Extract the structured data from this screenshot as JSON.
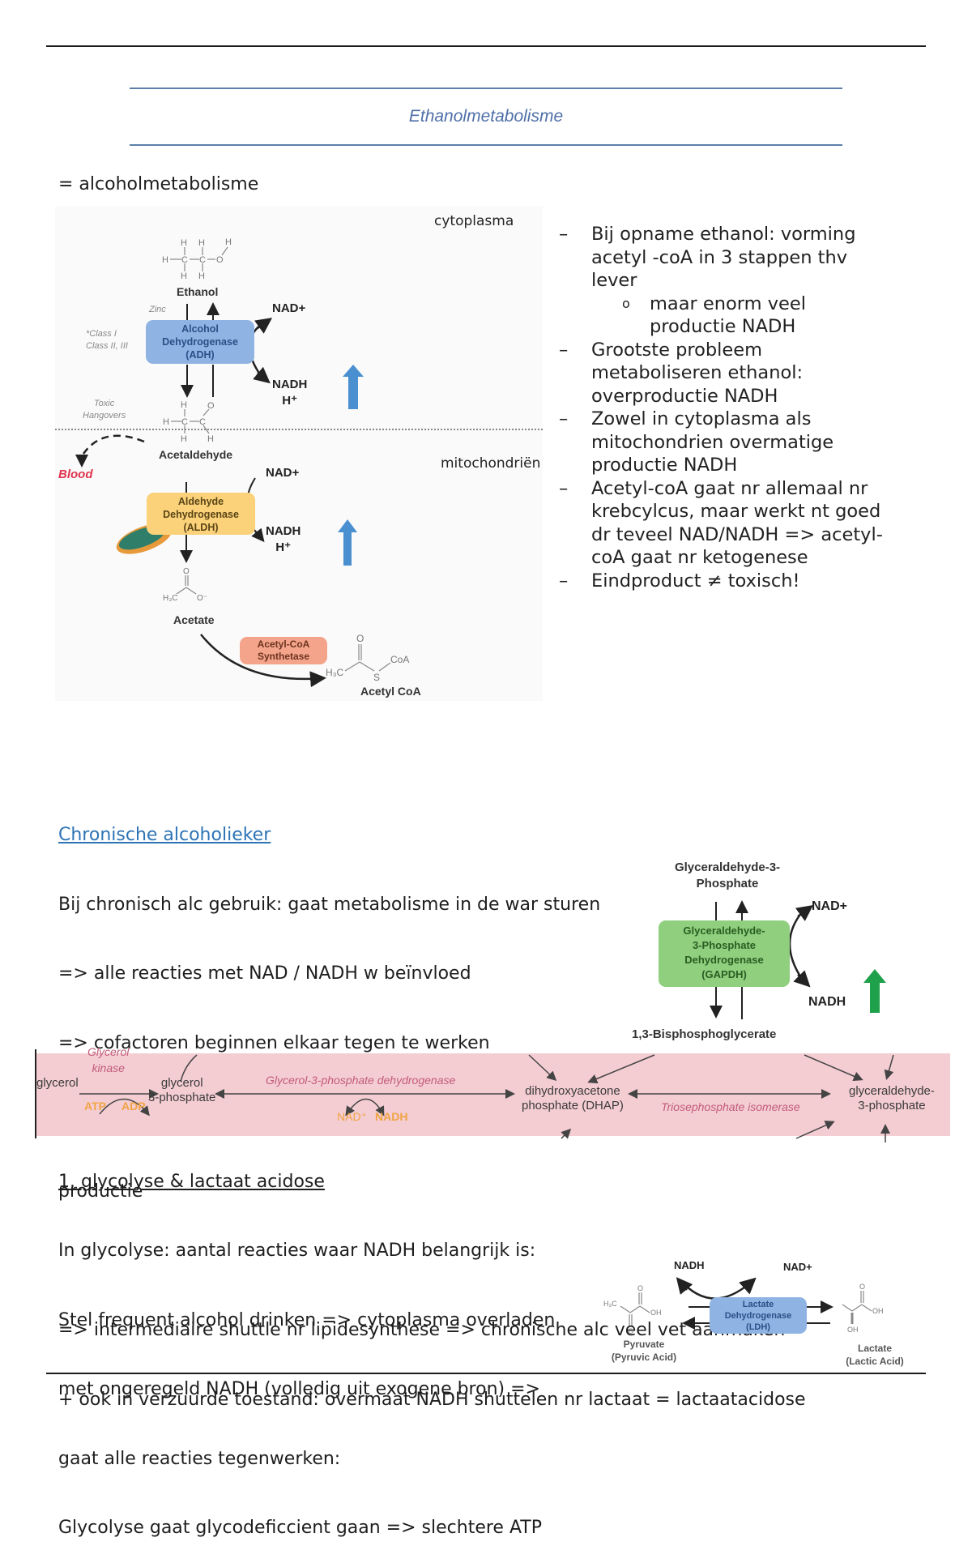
{
  "document": {
    "title": "Ethanolmetabolisme",
    "intro": "= alcoholmetabolisme"
  },
  "diagram_ethanol": {
    "region_top": "cytoplasma",
    "region_bottom": "mitochondriën",
    "ethanol_label": "Ethanol",
    "zinc_label": "Zinc",
    "class_label_1": "*Class I",
    "class_label_2": "Class II, III",
    "adh_line1": "Alcohol",
    "adh_line2": "Dehydrogenase",
    "adh_line3": "(ADH)",
    "nad_plus_1": "NAD+",
    "nadh_1": "NADH",
    "h_plus_1": "H⁺",
    "toxic_1": "Toxic",
    "toxic_2": "Hangovers",
    "acetaldehyde_label": "Acetaldehyde",
    "blood_label": "Blood",
    "aldh_line1": "Aldehyde",
    "aldh_line2": "Dehydrogenase",
    "aldh_line3": "(ALDH)",
    "nad_plus_2": "NAD+",
    "nadh_2": "NADH",
    "h_plus_2": "H⁺",
    "acetate_label": "Acetate",
    "acs_line1": "Acetyl-CoA",
    "acs_line2": "Synthetase",
    "acetylcoa_label": "Acetyl CoA",
    "colors": {
      "adh": "#8fb4e3",
      "aldh": "#fbd27a",
      "acs": "#f4a48a",
      "up_arrow": "#4a90d0",
      "blood": "#e0344f"
    }
  },
  "bullets": [
    {
      "type": "dash",
      "symbol": "–",
      "lines": [
        "Bij opname ethanol: vorming",
        "acetyl -coA in 3 stappen thv",
        "lever"
      ]
    },
    {
      "type": "sub",
      "symbol": "o",
      "lines": [
        "maar enorm veel",
        "productie NADH"
      ]
    },
    {
      "type": "dash",
      "symbol": "–",
      "lines": [
        "Grootste probleem",
        "metaboliseren ethanol:",
        "overproductie NADH"
      ]
    },
    {
      "type": "dash",
      "symbol": "–",
      "lines": [
        "Zowel in cytoplasma als",
        "mitochondrien overmatige",
        "productie NADH"
      ]
    },
    {
      "type": "dash",
      "symbol": "–",
      "lines": [
        "Acetyl-coA gaat nr allemaal nr",
        "krebcylcus, maar werkt nt goed",
        "dr teveel NAD/NADH => acetyl-",
        "coA gaat nr ketogenese"
      ]
    },
    {
      "type": "dash",
      "symbol": "–",
      "lines": [
        "Eindproduct ≠ toxisch!"
      ]
    }
  ],
  "chronic": {
    "heading": "Chronische alcoholieker",
    "lines": [
      "Bij chronisch alc gebruik: gaat metabolisme in de war sturen",
      "=> alle reacties met NAD / NADH w beïnvloed",
      "=> cofactoren beginnen elkaar tegen te werken"
    ]
  },
  "glycolysis": {
    "heading": "1. glycolyse & lactaat acidose",
    "lines": [
      "In glycolyse: aantal reacties waar NADH belangrijk is:",
      "Stel frequent alcohol drinken => cytoplasma overladen",
      "met ongeregeld NADH (volledig uit exogene bron) =>",
      "gaat alle reacties tegenwerken:",
      "Glycolyse gaat glycodeficcient gaan => slechtere ATP"
    ],
    "continuation": "productie",
    "after_lines": [
      "=> intermediaire shuttle nr lipidesynthese => chronische alc veel vet aanmaken",
      "+ ook in verzuurde toestand: overmaat NADH shuttelen nr lactaat = lactaatacidose"
    ]
  },
  "diagram_gapdh": {
    "substrate_line1": "Glyceraldehyde-3-",
    "substrate_line2": "Phosphate",
    "enzyme_line1": "Glyceraldehyde-",
    "enzyme_line2": "3-Phosphate",
    "enzyme_line3": "Dehydrogenase",
    "enzyme_line4": "(GAPDH)",
    "nad_plus": "NAD+",
    "nadh": "NADH",
    "product": "1,3-Bisphosphoglycerate",
    "colors": {
      "enzyme": "#8fcf7e",
      "up_arrow": "#1fa04a"
    }
  },
  "diagram_glycerol": {
    "glycerol": "glycerol",
    "kinase_line1": "Glycerol",
    "kinase_line2": "kinase",
    "atp": "ATP",
    "adp": "ADP",
    "g3p_line1": "glycerol",
    "g3p_line2": "3-phosphate",
    "g3pdh": "Glycerol-3-phosphate dehydrogenase",
    "nad_plus": "NAD⁺",
    "nadh": "NADH",
    "dhap_line1": "dihydroxyacetone",
    "dhap_line2": "phosphate (DHAP)",
    "tpi": "Triosephosphate isomerase",
    "gap_line1": "glyceraldehyde-",
    "gap_line2": "3-phosphate",
    "colors": {
      "band": "#f4cdd3"
    }
  },
  "diagram_ldh": {
    "nadh": "NADH",
    "nad_plus": "NAD+",
    "enzyme_line1": "Lactate",
    "enzyme_line2": "Dehydrogenase",
    "enzyme_line3": "(LDH)",
    "pyruvate_line1": "Pyruvate",
    "pyruvate_line2": "(Pyruvic Acid)",
    "lactate_line1": "Lactate",
    "lactate_line2": "(Lactic Acid)",
    "colors": {
      "enzyme": "#8fb4e3"
    }
  }
}
